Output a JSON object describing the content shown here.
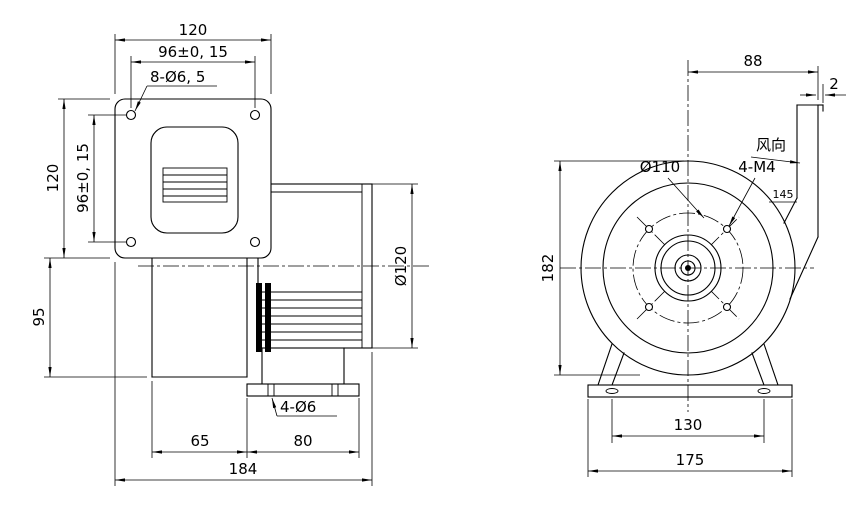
{
  "colors": {
    "line": "#000000",
    "background": "#ffffff"
  },
  "side_view": {
    "dims": {
      "width_120": "120",
      "bolt_span_96_h": "96±0, 15",
      "flange_holes": "8-Ø6, 5",
      "height_120": "120",
      "bolt_span_96_v": "96±0, 15",
      "lower_height_95": "95",
      "motor_dia": "Ø120",
      "outlet_holes": "4-Ø6",
      "depth_65": "65",
      "outlet_width_80": "80",
      "total_depth_184": "184"
    }
  },
  "front_view": {
    "dims": {
      "outlet_offset_88": "88",
      "lip_2": "2",
      "bolt_circle_dia": "Ø110",
      "motor_holes": "4-M4",
      "angle_145": "145",
      "height_182": "182",
      "foot_span_130": "130",
      "base_width_175": "175"
    },
    "labels": {
      "wind_direction": "风向"
    }
  }
}
